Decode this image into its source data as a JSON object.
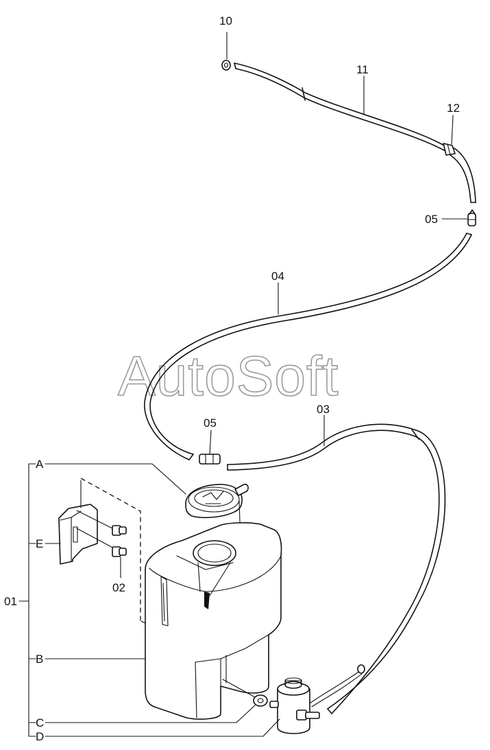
{
  "watermark": "AutoSoft",
  "callouts": {
    "p10": "10",
    "p11": "11",
    "p12": "12",
    "p05_upper": "05",
    "p04": "04",
    "p05_lower": "05",
    "p03": "03",
    "p02": "02",
    "p01": "01",
    "sub_a": "A",
    "sub_b": "B",
    "sub_c": "C",
    "sub_d": "D",
    "sub_e": "E"
  }
}
